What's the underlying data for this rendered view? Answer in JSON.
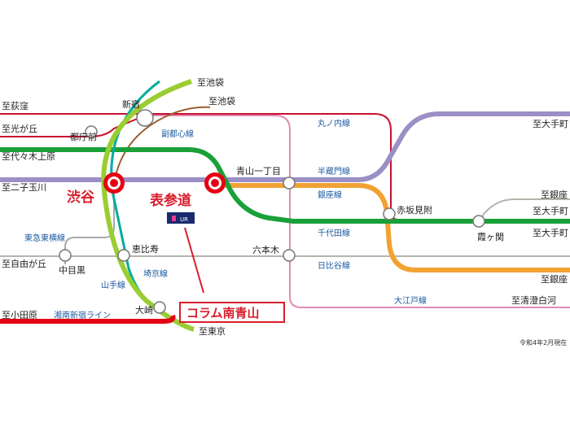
{
  "stations": {
    "shibuya": "渋谷",
    "omotesando": "表参道",
    "shinjuku": "新宿",
    "tochomae": "都庁前",
    "aoyama_itchome": "青山一丁目",
    "akasaka_mitsuke": "赤坂見附",
    "roppongi": "六本木",
    "kasumigaseki": "霞ヶ関",
    "ebisu": "恵比寿",
    "nakameguro": "中目黒",
    "osaki": "大崎"
  },
  "destinations": {
    "ogikubo": "至荻窪",
    "hikarigaoka": "至光が丘",
    "yoyogi_uehara": "至代々木上原",
    "futako_tamagawa": "至二子玉川",
    "jiyugaoka": "至自由が丘",
    "odawara": "至小田原",
    "ikebukuro_1": "至池袋",
    "ikebukuro_2": "至池袋",
    "tokyo": "至東京",
    "otemachi_1": "至大手町",
    "otemachi_2": "至大手町",
    "otemachi_3": "至大手町",
    "ginza_1": "至銀座",
    "ginza_2": "至銀座",
    "kiyosumi": "至清澄白河"
  },
  "lines": {
    "fukutoshin": "副都心線",
    "marunouchi": "丸ノ内線",
    "hanzomon": "半蔵門線",
    "ginza": "銀座線",
    "chiyoda": "千代田線",
    "hibiya": "日比谷線",
    "oedo": "大江戸線",
    "toyoko": "東急東横線",
    "yamanote": "山手線",
    "saikyo": "埼京線",
    "shonan": "湘南新宿ライン"
  },
  "callout": "コラム南青山",
  "ur_logo_text": "UR",
  "date_note": "令和4年2月現在",
  "colors": {
    "marunouchi": "#c8102e",
    "hanzomon": "#9b8fc6",
    "ginza": "#f1a233",
    "chiyoda": "#1aa038",
    "hibiya": "#b5b5ac",
    "oedo": "#d9006c",
    "fukutoshin": "#9c5e31",
    "yamanote": "#9acd32",
    "saikyo": "#00ac9a",
    "shonan": "#e60012",
    "toyoko": "#a7a9ac",
    "accent_red": "#d81e2c"
  }
}
